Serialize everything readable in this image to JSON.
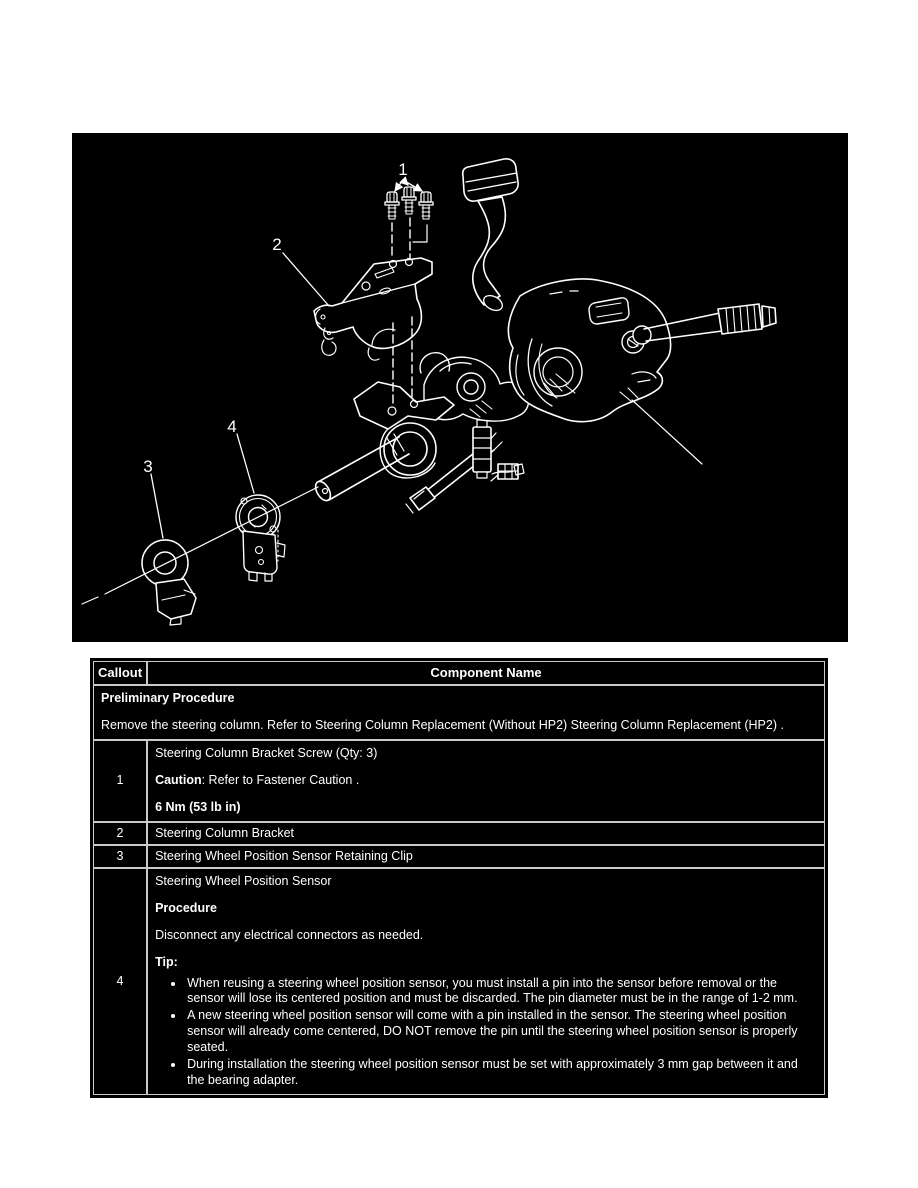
{
  "page": {
    "background_color": "#ffffff"
  },
  "figure": {
    "background_color": "#000000",
    "line_color": "#ffffff",
    "alt": "Exploded line drawing of steering column showing bracket screws, steering column bracket, retaining clip and steering wheel position sensor",
    "callouts": [
      {
        "label": "1"
      },
      {
        "label": "2"
      },
      {
        "label": "3"
      },
      {
        "label": "4"
      }
    ]
  },
  "table": {
    "header": {
      "callout": "Callout",
      "component": "Component Name"
    },
    "preliminary": {
      "title": "Preliminary Procedure",
      "text": "Remove the steering column. Refer to Steering Column Replacement (Without HP2) Steering Column Replacement (HP2) ."
    },
    "rows": [
      {
        "callout": "1",
        "name": "Steering Column Bracket Screw (Qty: 3)",
        "caution_label": "Caution",
        "caution_text": ": Refer to Fastener Caution .",
        "torque": "6 Nm (53 lb in)"
      },
      {
        "callout": "2",
        "name": "Steering Column Bracket"
      },
      {
        "callout": "3",
        "name": "Steering Wheel Position Sensor Retaining Clip"
      },
      {
        "callout": "4",
        "name": "Steering Wheel Position Sensor",
        "procedure_label": "Procedure",
        "procedure_text": "Disconnect any electrical connectors as needed.",
        "tip_label": "Tip:",
        "bullets": [
          "When reusing a steering wheel position sensor, you must install a pin into the sensor before removal or the sensor will lose its centered position and must be discarded. The pin diameter must be in the range of 1-2 mm.",
          "A new steering wheel position sensor will come with a pin installed in the sensor. The steering wheel position sensor will already come centered, DO NOT remove the pin until the steering wheel position sensor is properly seated.",
          "During installation the steering wheel position sensor must be set with approximately 3 mm gap between it and the bearing adapter."
        ]
      }
    ]
  }
}
